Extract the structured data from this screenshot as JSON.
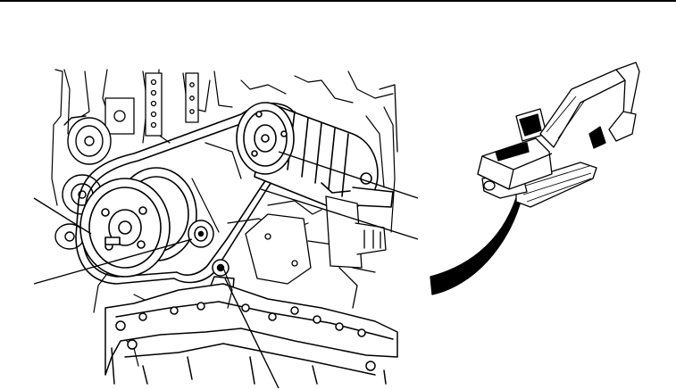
{
  "figure": {
    "components": [
      {
        "id": "alternator",
        "name": "alternator-icon"
      },
      {
        "id": "drive-belt",
        "name": "drive-belt-icon"
      },
      {
        "id": "idler-pulley",
        "name": "idler-pulley-icon"
      },
      {
        "id": "crankshaft-pulley",
        "name": "crankshaft-pulley-icon"
      },
      {
        "id": "tensioner",
        "name": "tensioner-icon"
      },
      {
        "id": "excavator",
        "name": "excavator-icon"
      }
    ],
    "leader_count": 5,
    "colors": {
      "ink": "#000000",
      "paper": "#ffffff"
    }
  }
}
